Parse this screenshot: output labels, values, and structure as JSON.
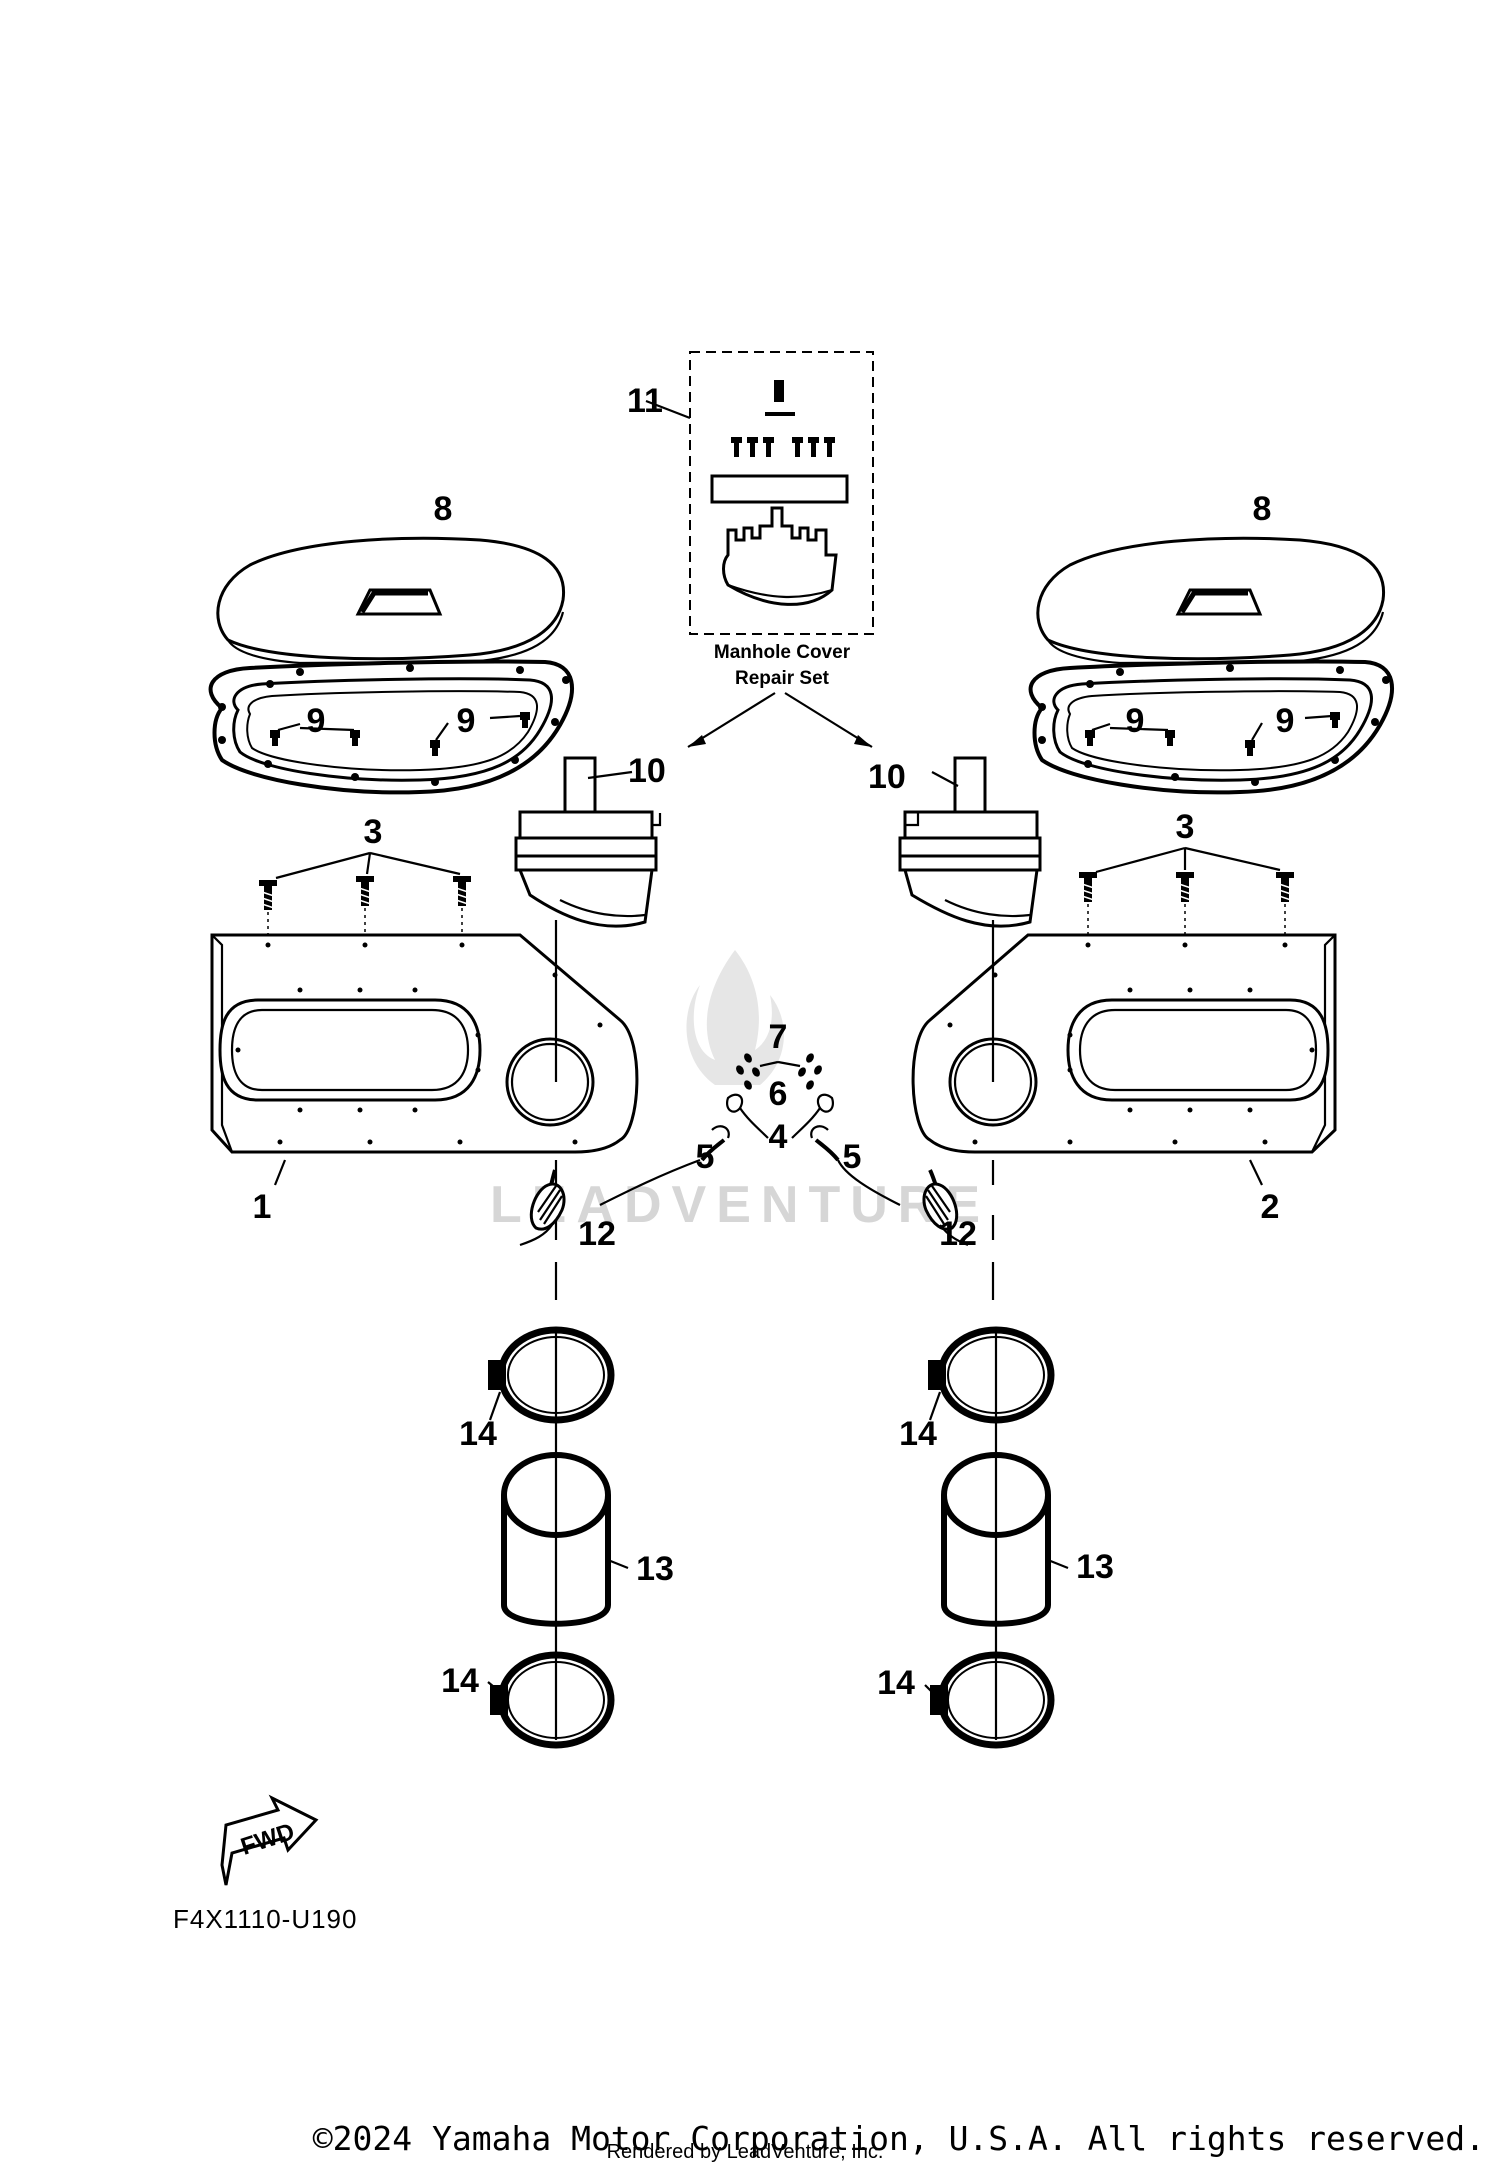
{
  "kit": {
    "line1": "Manhole Cover",
    "line2": "Repair Set"
  },
  "callouts": {
    "c1": "1",
    "c2": "2",
    "c3_left": "3",
    "c3_right": "3",
    "c4": "4",
    "c5_left": "5",
    "c5_right": "5",
    "c6": "6",
    "c7": "7",
    "c8_left": "8",
    "c8_right": "8",
    "c9_a": "9",
    "c9_b": "9",
    "c9_c": "9",
    "c9_d": "9",
    "c10_left": "10",
    "c10_right": "10",
    "c11": "11",
    "c12_left": "12",
    "c12_right": "12",
    "c13_left": "13",
    "c13_right": "13",
    "c14_a": "14",
    "c14_b": "14",
    "c14_c": "14",
    "c14_d": "14"
  },
  "fwd": {
    "label": "FWD"
  },
  "diagram_code": "F4X1110-U190",
  "watermark": "LEADVENTURE",
  "footer": {
    "copyright": "©2024 Yamaha Motor Corporation, U.S.A. All rights reserved.",
    "rendered_by": "Rendered by LeadVenture, Inc."
  },
  "colors": {
    "ink": "#000000",
    "background": "#ffffff",
    "watermark": "#d6d6d6"
  }
}
